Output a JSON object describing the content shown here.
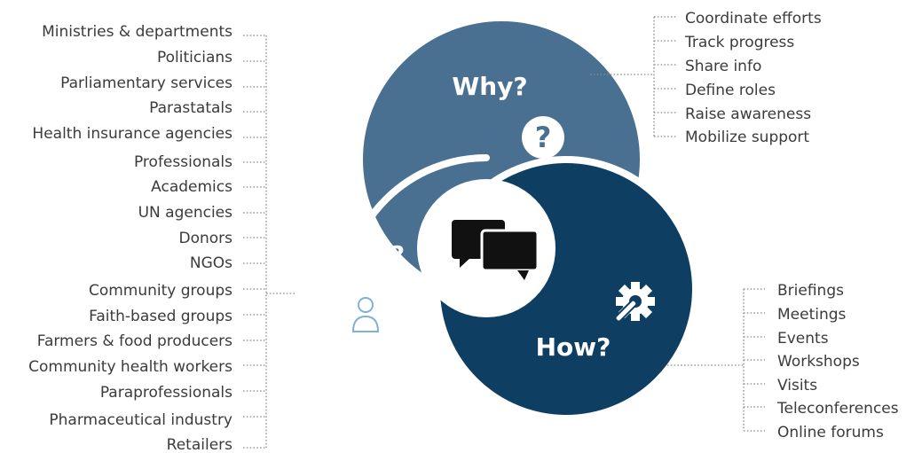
{
  "who": {
    "title": "Who?",
    "items": [
      "Ministries & departments",
      "Politicians",
      "Parliamentary services",
      "Parastatals",
      "Health insurance agencies",
      "Professionals",
      "Academics",
      "UN agencies",
      "Donors",
      "NGOs",
      "Community groups",
      "Faith-based groups",
      "Farmers & food producers",
      "Community health workers",
      "Paraprofessionals",
      "Pharmaceutical industry",
      "Retailers"
    ],
    "icon": "people-group-icon",
    "color": "#7fb2d6"
  },
  "why": {
    "title": "Why?",
    "items": [
      "Coordinate efforts",
      "Track progress",
      "Share info",
      "Define roles",
      "Raise awareness",
      "Mobilize support"
    ],
    "icon": "question-mark-icon",
    "color": "#4a7091"
  },
  "how": {
    "title": "How?",
    "items": [
      "Briefings",
      "Meetings",
      "Events",
      "Workshops",
      "Visits",
      "Teleconferences",
      "Online forums"
    ],
    "icon": "gear-wrench-icon",
    "color": "#0f3e63"
  },
  "center": {
    "icon": "chat-bubbles-icon",
    "color": "#111111"
  },
  "leader_color": "#8a8a8a"
}
